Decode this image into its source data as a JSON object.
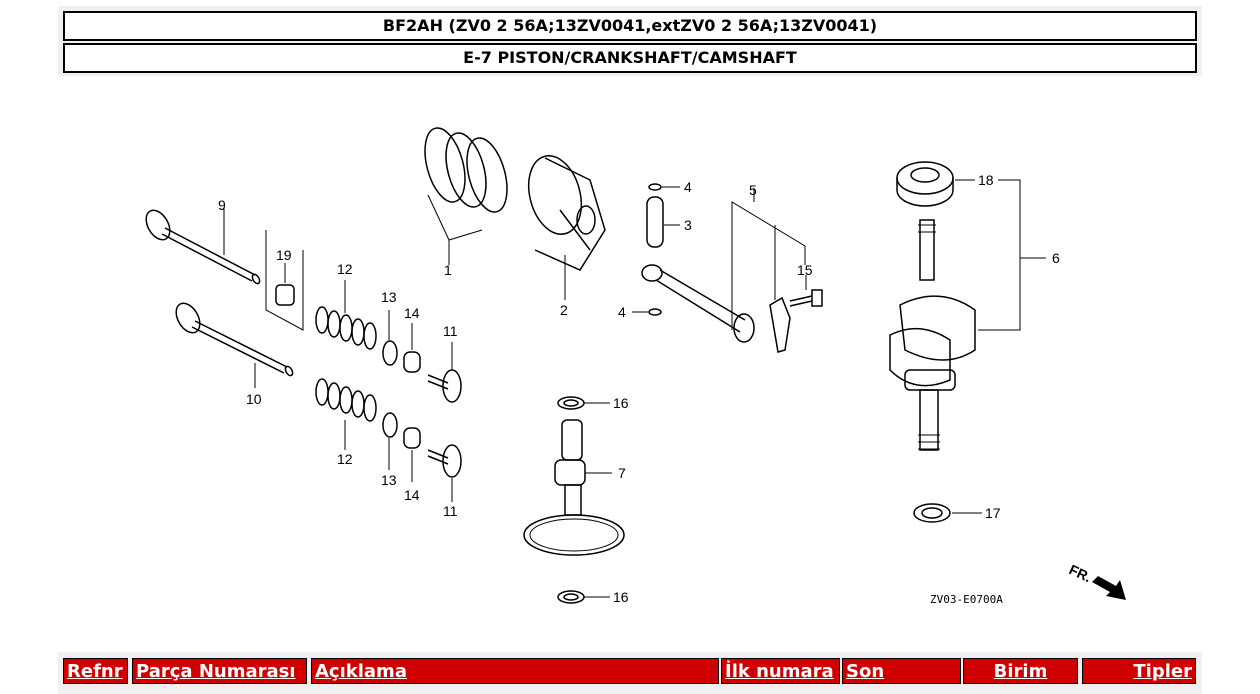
{
  "header": {
    "model": "BF2AH (ZV0 2 56A;13ZV0041,extZV0 2 56A;13ZV0041)",
    "section": "E-7 PISTON/CRANKSHAFT/CAMSHAFT"
  },
  "diagram": {
    "callouts": [
      "1",
      "2",
      "3",
      "4",
      "4",
      "5",
      "6",
      "7",
      "9",
      "10",
      "11",
      "11",
      "12",
      "12",
      "13",
      "13",
      "14",
      "14",
      "15",
      "16",
      "16",
      "17",
      "18",
      "19"
    ],
    "drawing_code": "ZV03-E0700A",
    "direction_label": "FR."
  },
  "table": {
    "columns": [
      "Refnr",
      "Parça Numarası",
      "Açıklama",
      "İlk numara",
      "Son",
      "Birim",
      "Tipler"
    ]
  }
}
